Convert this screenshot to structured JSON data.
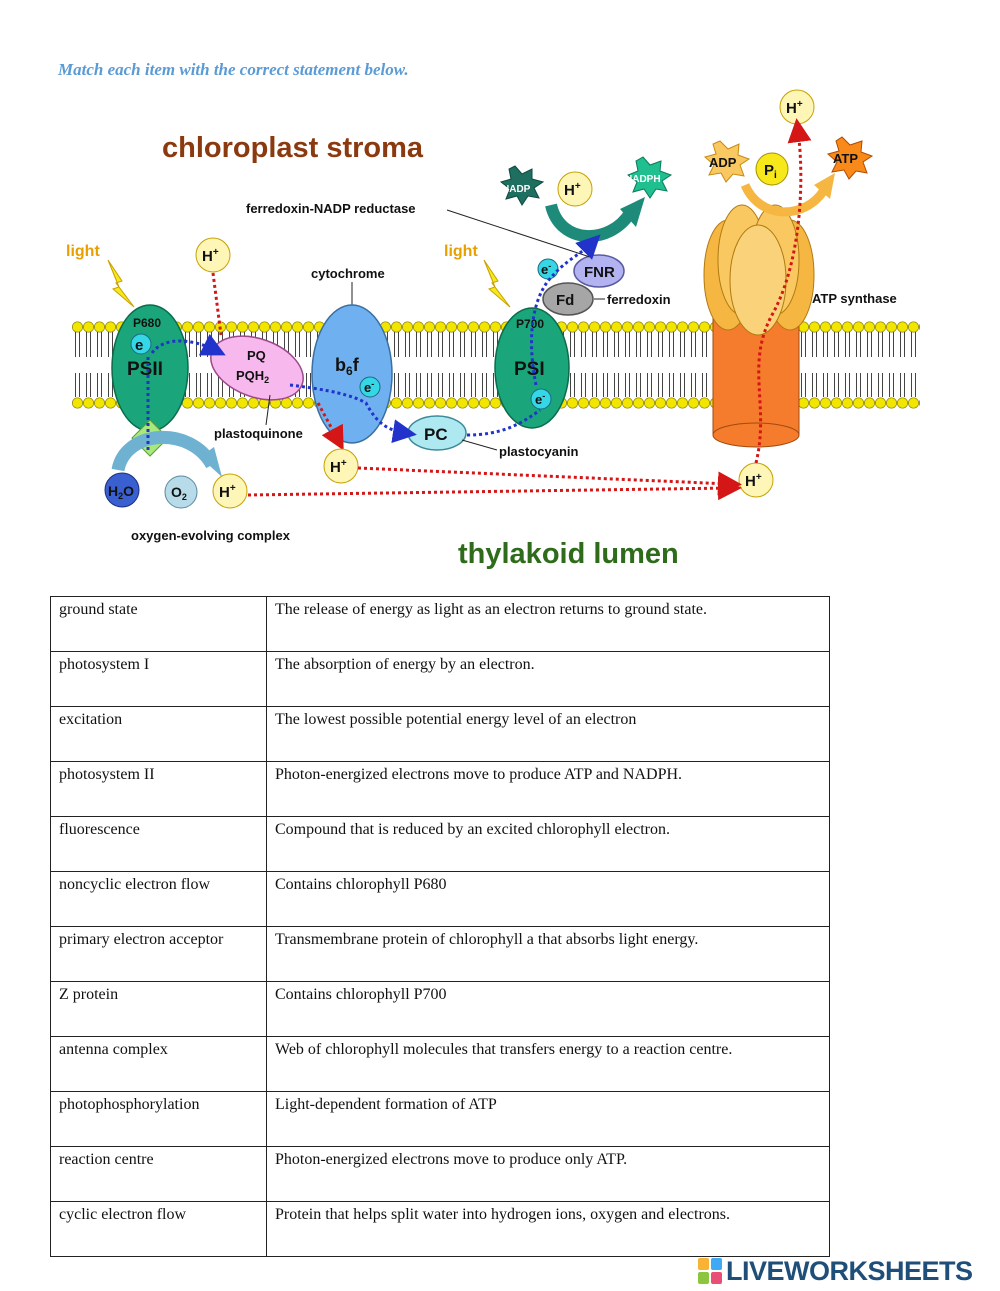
{
  "instruction": "Match each item with the correct statement below.",
  "diagram": {
    "stroma_label": "chloroplast stroma",
    "lumen_label": "thylakoid lumen",
    "light_1": "light",
    "light_2": "light",
    "p680": "P680",
    "psii": "PSII",
    "p700": "P700",
    "psi": "PSI",
    "pq": "PQ",
    "pqh2": "PQH",
    "pqh2_sub": "2",
    "cytochrome": "cytochrome",
    "b6f_b": "b",
    "b6f_sub": "6",
    "b6f_f": "f",
    "plastoquinone": "plastoquinone",
    "pc": "PC",
    "plastocyanin": "plastocyanin",
    "fnr": "FNR",
    "fd": "Fd",
    "ferredoxin": "ferredoxin",
    "fnr_label": "ferredoxin-NADP reductase",
    "nadp": "NADP",
    "nadph": "NADPH",
    "h_plus": "H",
    "h_sup": "+",
    "e_minus": "e",
    "e_sup": "-",
    "e_plain": "e",
    "h2o_h": "H",
    "h2o_sub": "2",
    "h2o_o": "O",
    "o2_o": "O",
    "o2_sub": "2",
    "oec": "oxygen-evolving complex",
    "adp": "ADP",
    "pi_p": "P",
    "pi_sub": "i",
    "atp": "ATP",
    "atp_synthase": "ATP synthase"
  },
  "table": {
    "rows": [
      {
        "term": "ground state",
        "statement": "The release of energy as light as an electron returns to ground state."
      },
      {
        "term": "photosystem I",
        "statement": "The absorption of energy by an electron."
      },
      {
        "term": "excitation",
        "statement": "The lowest possible potential energy level of an electron"
      },
      {
        "term": "photosystem II",
        "statement": "Photon-energized electrons move to produce ATP and NADPH."
      },
      {
        "term": "fluorescence",
        "statement": "Compound that is reduced by an excited chlorophyll electron."
      },
      {
        "term": "noncyclic electron flow",
        "statement": "Contains chlorophyll P680"
      },
      {
        "term": "primary electron acceptor",
        "statement": "Transmembrane protein of chlorophyll a that absorbs light energy."
      },
      {
        "term": "Z protein",
        "statement": "Contains chlorophyll P700"
      },
      {
        "term": "antenna complex",
        "statement": "Web of chlorophyll molecules that transfers energy to a reaction centre."
      },
      {
        "term": "photophosphorylation",
        "statement": "Light-dependent formation of ATP"
      },
      {
        "term": "reaction centre",
        "statement": "Photon-energized electrons move to produce only ATP."
      },
      {
        "term": "cyclic electron flow",
        "statement": "Protein that helps split water into hydrogen ions, oxygen and electrons."
      }
    ]
  },
  "brand": "LIVEWORKSHEETS",
  "colors": {
    "membrane_head": "#f2e600",
    "psii": "#1aa67a",
    "cytochrome": "#6fb1f0",
    "pq": "#f7b8ee",
    "pc": "#aee9f2",
    "fnr": "#b3b3f2",
    "fd": "#a6a6a6",
    "atp_synthase_top": "#f6b642",
    "atp_synthase_stalk": "#f47c2c",
    "electron_path": "#2233cc",
    "proton_path": "#d41616",
    "stroma_text": "#8b3a0f",
    "lumen_text": "#2e6b1a"
  }
}
